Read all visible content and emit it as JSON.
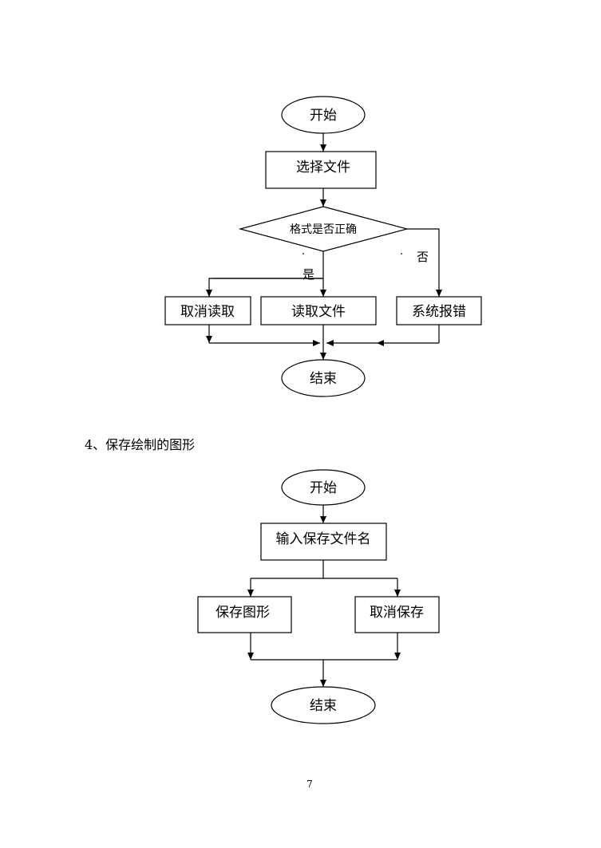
{
  "flowchart_open": {
    "start": "开始",
    "select_file": "选择文件",
    "check_format": "格式是否正确",
    "yes_label": "是",
    "no_label": "否",
    "cancel_read": "取消读取",
    "read_file": "读取文件",
    "system_error": "系统报错",
    "end": "结束"
  },
  "section_heading": "4、保存绘制的图形",
  "flowchart_save": {
    "start": "开始",
    "input_filename": "输入保存文件名",
    "save_shape": "保存图形",
    "cancel_save": "取消保存",
    "end": "结束"
  },
  "page_number": "7"
}
